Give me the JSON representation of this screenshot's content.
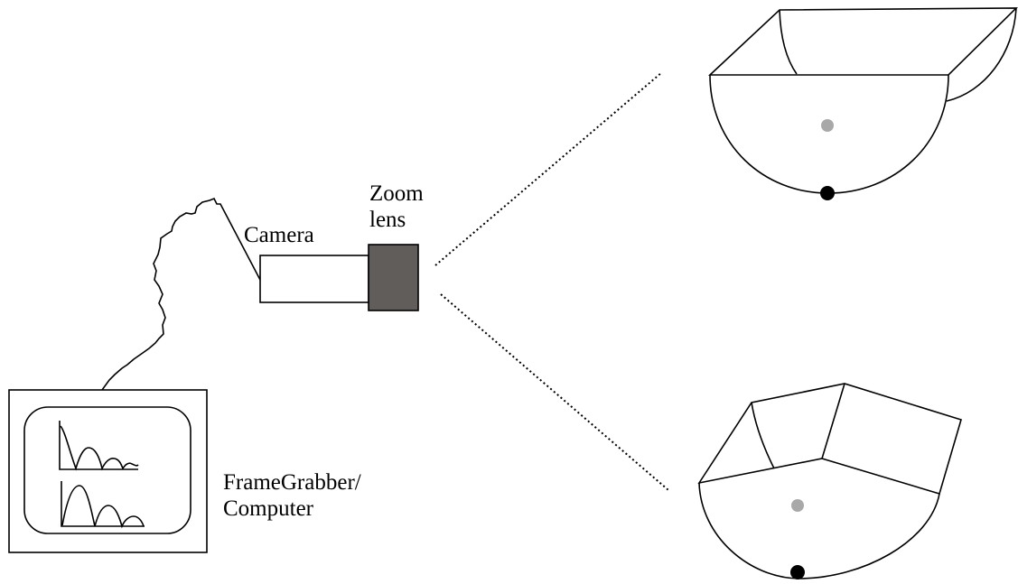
{
  "labels": {
    "camera": "Camera",
    "zoom_lens_line1": "Zoom",
    "zoom_lens_line2": "lens",
    "framegrabber_line1": "FrameGrabber/",
    "framegrabber_line2": "Computer"
  },
  "colors": {
    "lens_fill": "#615d5b",
    "line": "#000000",
    "center_dot": "#a8a8a8",
    "contact_dot": "#000000"
  }
}
